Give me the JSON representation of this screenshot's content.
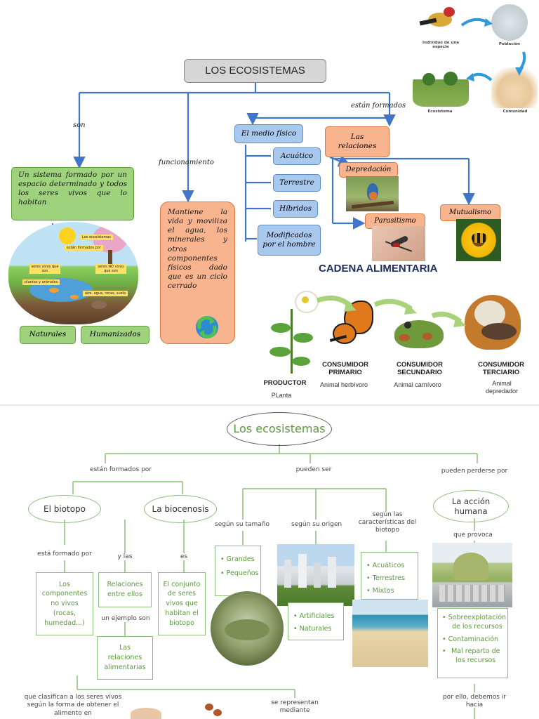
{
  "top": {
    "title": "LOS ECOSISTEMAS",
    "links": {
      "son": "son",
      "funcionamiento": "funcionamiento",
      "estan_formados": "están formados"
    },
    "definition": "Un sistema formado por un espacio determinado y todos los seres vivos que lo habitan",
    "funcionamiento_text": "Mantiene la vida y moviliza el agua, los minerales y otros componentes físicos dado que es un ciclo cerrado",
    "medio_fisico": "El medio físico",
    "medio_items": [
      "Acuático",
      "Terrestre",
      "Híbridos",
      "Modificados por el hombre"
    ],
    "relaciones": "Las relaciones",
    "relacion_items": {
      "depredacion": "Depredación",
      "parasitismo": "Parasitismo",
      "mutualismo": "Mutualismo"
    },
    "tipos": [
      "Naturales",
      "Humanizados"
    ],
    "scene_labels": [
      "Los ecosistemas",
      "están formados por",
      "seres vivos que son",
      "seres NO vivos que son",
      "plantas y animales",
      "aire, agua, rocas, suelo"
    ],
    "hierarchy_labels": [
      "Individuo de una especie",
      "Población",
      "Comunidad",
      "Ecosistema"
    ]
  },
  "cadena": {
    "title": "CADENA ALIMENTARIA",
    "items": [
      {
        "role": "PRODUCTOR",
        "example": "PLanta"
      },
      {
        "role": "CONSUMIDOR PRIMARIO",
        "example": "Animal herbívoro"
      },
      {
        "role": "CONSUMIDOR SECUNDARIO",
        "example": "Animal carnívoro"
      },
      {
        "role": "CONSUMIDOR TERCIARIO",
        "example": "Animal depredador"
      }
    ]
  },
  "bottom": {
    "title": "Los ecosistemas",
    "branch_labels": {
      "formados": "están formados por",
      "pueden_ser": "pueden ser",
      "perderse": "pueden perderse por"
    },
    "biotopo": "El biotopo",
    "biocenosis": "La biocenosis",
    "accion": "La acción humana",
    "formado_por": "está formado por",
    "y_las": "y las",
    "es": "es",
    "componentes": "Los componentes no vivos (rocas, humedad...)",
    "relaciones": "Relaciones entre ellos",
    "conjunto": "El conjunto de seres vivos que habitan el biotopo",
    "ejemplo": "un ejemplo son",
    "alimentarias": "Las relaciones alimentarias",
    "clasifican": "que clasifican a los seres vivos según la forma de obtener el alimento en",
    "representan": "se representan mediante",
    "segun_tamano": "según su tamaño",
    "segun_origen": "según su origen",
    "segun_caract": "según las características del biotopo",
    "tamano_items": [
      "Grandes",
      "Pequeños"
    ],
    "origen_items": [
      "Artificiales",
      "Naturales"
    ],
    "caract_items": [
      "Acuáticos",
      "Terrestres",
      "Mixtos"
    ],
    "que_provoca": "que provoca",
    "efectos": [
      "Sobreexplotación de los recursos",
      "Contaminación",
      "Mal reparto de los recursos"
    ],
    "por_ello": "por ello, debemos ir hacia"
  },
  "colors": {
    "arrow": "#3f76c9",
    "green_line": "#8cc07a",
    "green_text": "#5a9a3c"
  }
}
